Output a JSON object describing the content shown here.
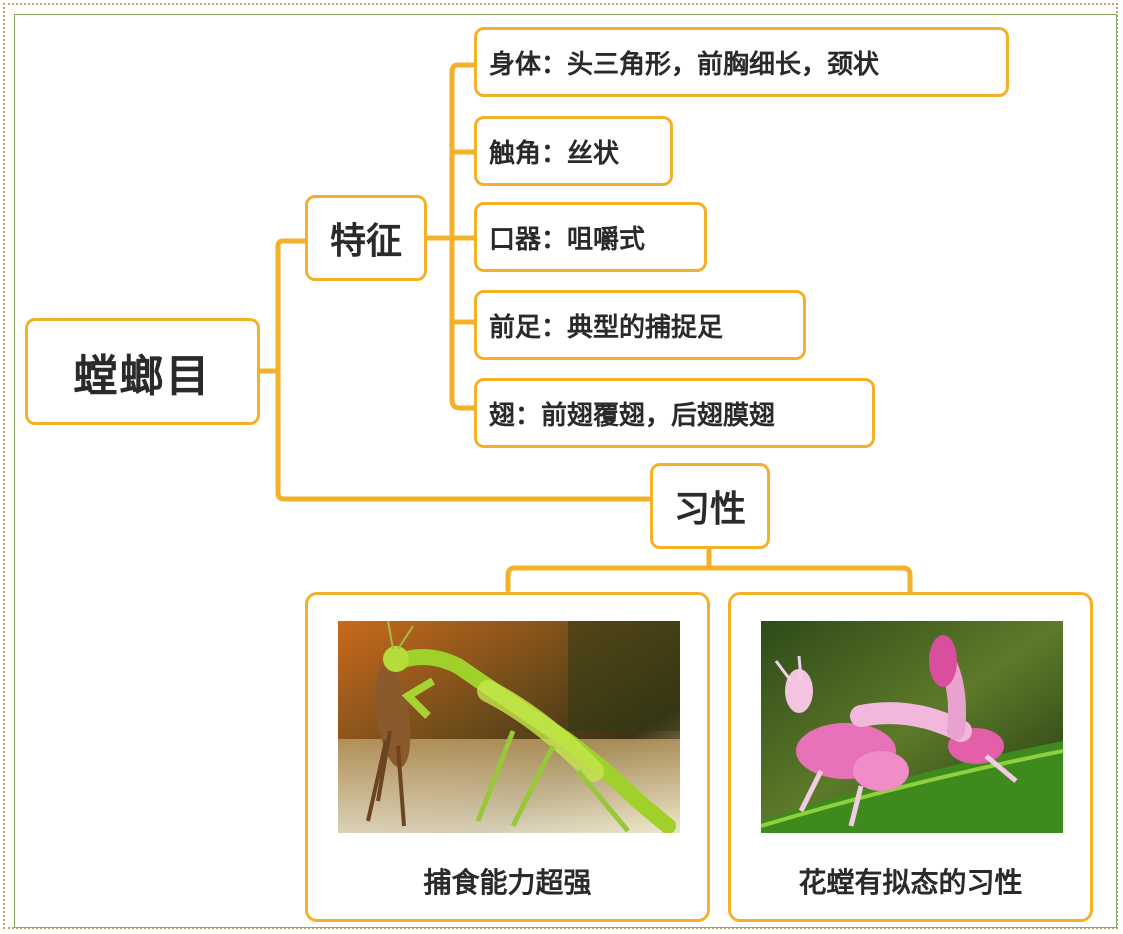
{
  "root": {
    "label": "螳螂目"
  },
  "features": {
    "label": "特征",
    "items": [
      {
        "label": "身体：头三角形，前胸细长，颈状"
      },
      {
        "label": "触角：丝状"
      },
      {
        "label": "口器：咀嚼式"
      },
      {
        "label": "前足：典型的捕捉足"
      },
      {
        "label": "翅：前翅覆翅，后翅膜翅"
      }
    ]
  },
  "habits": {
    "label": "习性",
    "cards": [
      {
        "caption": "捕食能力超强",
        "image": "mantis-eating-prey-photo"
      },
      {
        "caption": "花螳有拟态的习性",
        "image": "orchid-mantis-photo"
      }
    ]
  },
  "colors": {
    "accent": "#f3b12a",
    "text": "#2a2a2a"
  }
}
